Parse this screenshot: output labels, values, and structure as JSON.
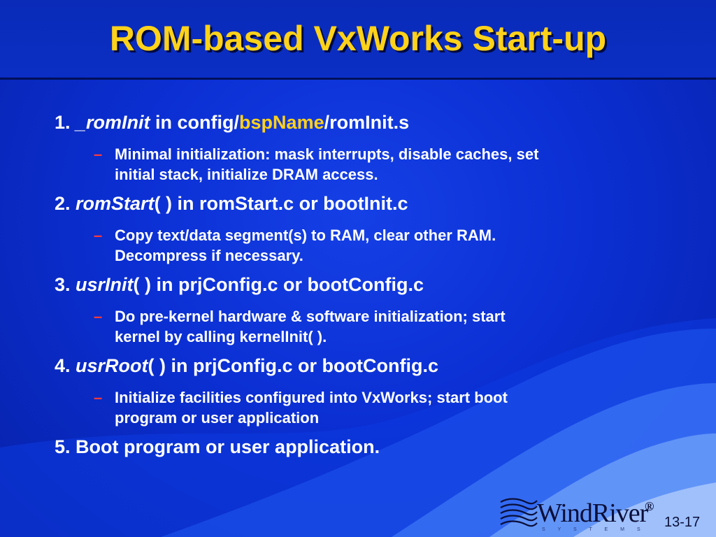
{
  "slide": {
    "title": "ROM-based VxWorks Start-up",
    "page_number": "13-17"
  },
  "items": [
    {
      "num": "1. ",
      "fn": "_romInit",
      "pre": " in config/",
      "highlight": "bspName",
      "post": "/romInit.s",
      "sub_line1": "Minimal initialization: mask interrupts, disable caches, set",
      "sub_line2": "initial stack, initialize DRAM access."
    },
    {
      "num": "2. ",
      "fn": "romStart",
      "rest": "( ) in romStart.c  or  bootInit.c",
      "sub_line1": "Copy text/data segment(s) to RAM, clear other RAM.",
      "sub_line2": "Decompress if necessary."
    },
    {
      "num": "3. ",
      "fn": "usrInit",
      "rest": "( ) in prjConfig.c  or  bootConfig.c",
      "sub_line1": "Do pre-kernel hardware & software initialization; start",
      "sub_line2": "kernel by calling kernelInit( )."
    },
    {
      "num": "4. ",
      "fn": "usrRoot",
      "rest": "( ) in prjConfig.c  or  bootConfig.c",
      "sub_line1": "Initialize facilities configured into VxWorks; start boot",
      "sub_line2": "program or user application"
    },
    {
      "text": "5. Boot program or user application."
    }
  ],
  "bullet_glyph": "–",
  "logo": {
    "text": "WindRiver",
    "reg": "®",
    "sub": "S Y S T E M S"
  },
  "colors": {
    "title": "#ffd21a",
    "highlight": "#ffd21a",
    "dash": "#ff3a3a",
    "background": "#0b2fd3"
  }
}
